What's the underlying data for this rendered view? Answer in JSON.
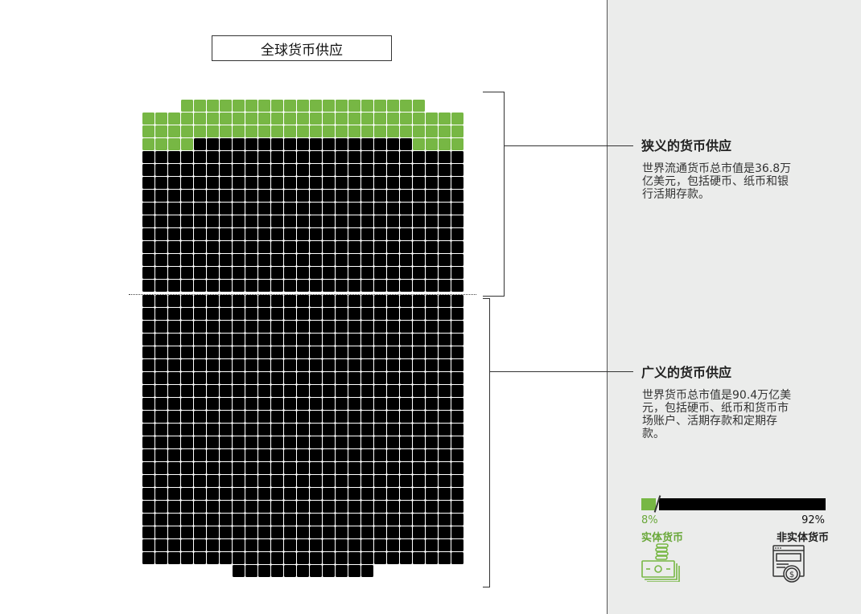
{
  "title": "全球货币供应",
  "chart_data": {
    "type": "waffle",
    "unit_grid": {
      "columns": 25,
      "square_color_physical": "#77b744",
      "square_color_nonphysical": "#000000"
    },
    "narrow_money": {
      "heading": "狭义的货币供应",
      "description": [
        "世界流通货币总市值是36.8万",
        "亿美元，包括硬币、纸币和银",
        "行活期存款。"
      ],
      "value": 36.8
    },
    "broad_money": {
      "heading": "广义的货币供应",
      "description": [
        "世界货币总市值是90.4万亿美",
        "元，包括硬币、纸币和货币市",
        "场账户、活期存款和定期存",
        "款。"
      ],
      "value": 90.4
    },
    "split": {
      "physical_pct": 8,
      "nonphysical_pct": 92,
      "physical_label": "8%",
      "nonphysical_label": "92%",
      "physical_name": "实体货币",
      "nonphysical_name": "非实体货币",
      "physical_color": "#77b744",
      "nonphysical_color": "#000000"
    }
  },
  "icons": {
    "physical": "cash-stack-icon",
    "nonphysical": "web-payment-icon"
  }
}
